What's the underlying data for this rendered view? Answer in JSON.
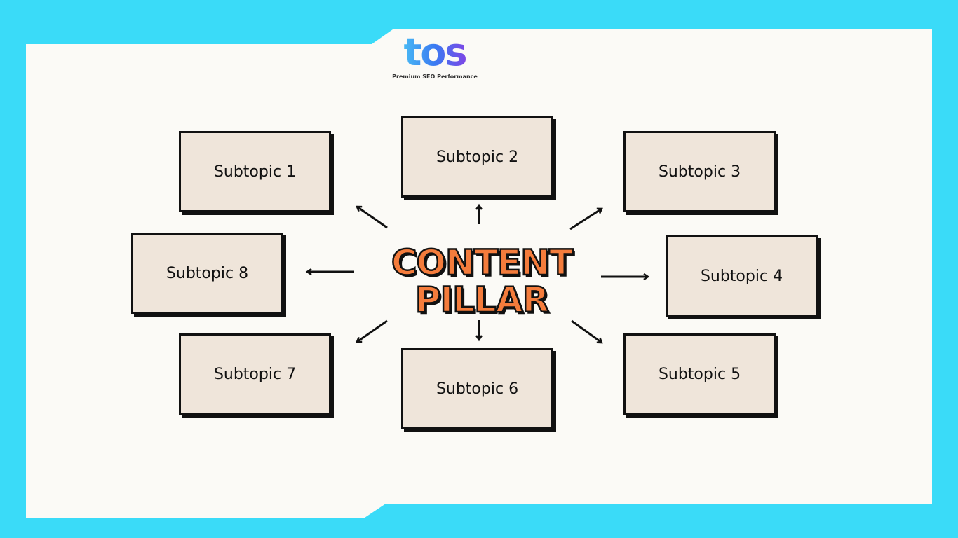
{
  "logo": {
    "mark": "tos",
    "tagline": "Premium SEO Performance"
  },
  "center": {
    "line1": "CONTENT",
    "line2": "PILLAR"
  },
  "subtopics": [
    "Subtopic 1",
    "Subtopic 2",
    "Subtopic 3",
    "Subtopic 4",
    "Subtopic 5",
    "Subtopic 6",
    "Subtopic 7",
    "Subtopic 8"
  ],
  "colors": {
    "frame": "#3adbf8",
    "panel": "#fbfaf6",
    "box": "#efe5da",
    "accent": "#f47c3c"
  }
}
